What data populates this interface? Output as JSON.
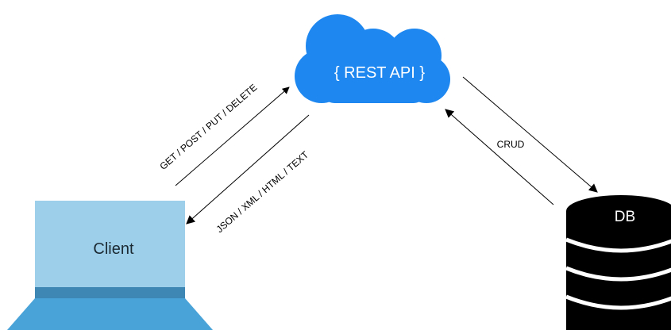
{
  "cloud": {
    "label": "{ REST API }",
    "color": "#1E88F0",
    "text_color": "#ffffff"
  },
  "client": {
    "label": "Client",
    "screen_color": "#9ECFEA",
    "base_color": "#4AA3D8",
    "base_edge_color": "#3E86B3"
  },
  "database": {
    "label": "DB",
    "color": "#000000",
    "text_color": "#ffffff"
  },
  "arrows": {
    "request_label": "GET / POST / PUT / DELETE",
    "response_label": "JSON / XML / HTML / TEXT",
    "crud_label": "CRUD",
    "color": "#000000"
  }
}
